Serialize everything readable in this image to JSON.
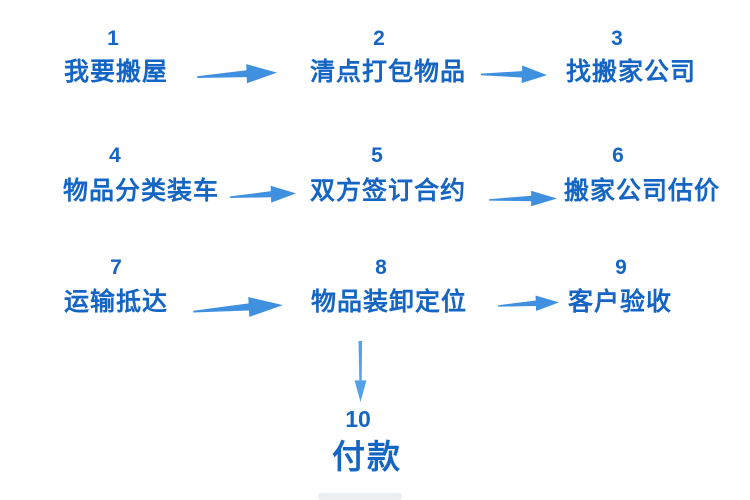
{
  "title": "moving-process-flowchart",
  "colors": {
    "step_text": "#1565c4",
    "arrow": "#4090e0",
    "arrow_light": "#55a0e8"
  },
  "steps": [
    {
      "number": "1",
      "label": "我要搬屋"
    },
    {
      "number": "2",
      "label": "清点打包物品"
    },
    {
      "number": "3",
      "label": "找搬家公司"
    },
    {
      "number": "4",
      "label": "物品分类装车"
    },
    {
      "number": "5",
      "label": "双方签订合约"
    },
    {
      "number": "6",
      "label": "搬家公司估价"
    },
    {
      "number": "7",
      "label": "运输抵达"
    },
    {
      "number": "8",
      "label": "物品装卸定位"
    },
    {
      "number": "9",
      "label": "客户验收"
    },
    {
      "number": "10",
      "label": "付款"
    }
  ],
  "arrows": [
    {
      "from": "1",
      "to": "2",
      "direction": "right"
    },
    {
      "from": "2",
      "to": "3",
      "direction": "right"
    },
    {
      "from": "4",
      "to": "5",
      "direction": "right"
    },
    {
      "from": "5",
      "to": "6",
      "direction": "right"
    },
    {
      "from": "7",
      "to": "8",
      "direction": "right"
    },
    {
      "from": "8",
      "to": "9",
      "direction": "right"
    },
    {
      "from": "8",
      "to": "10",
      "direction": "down"
    }
  ]
}
